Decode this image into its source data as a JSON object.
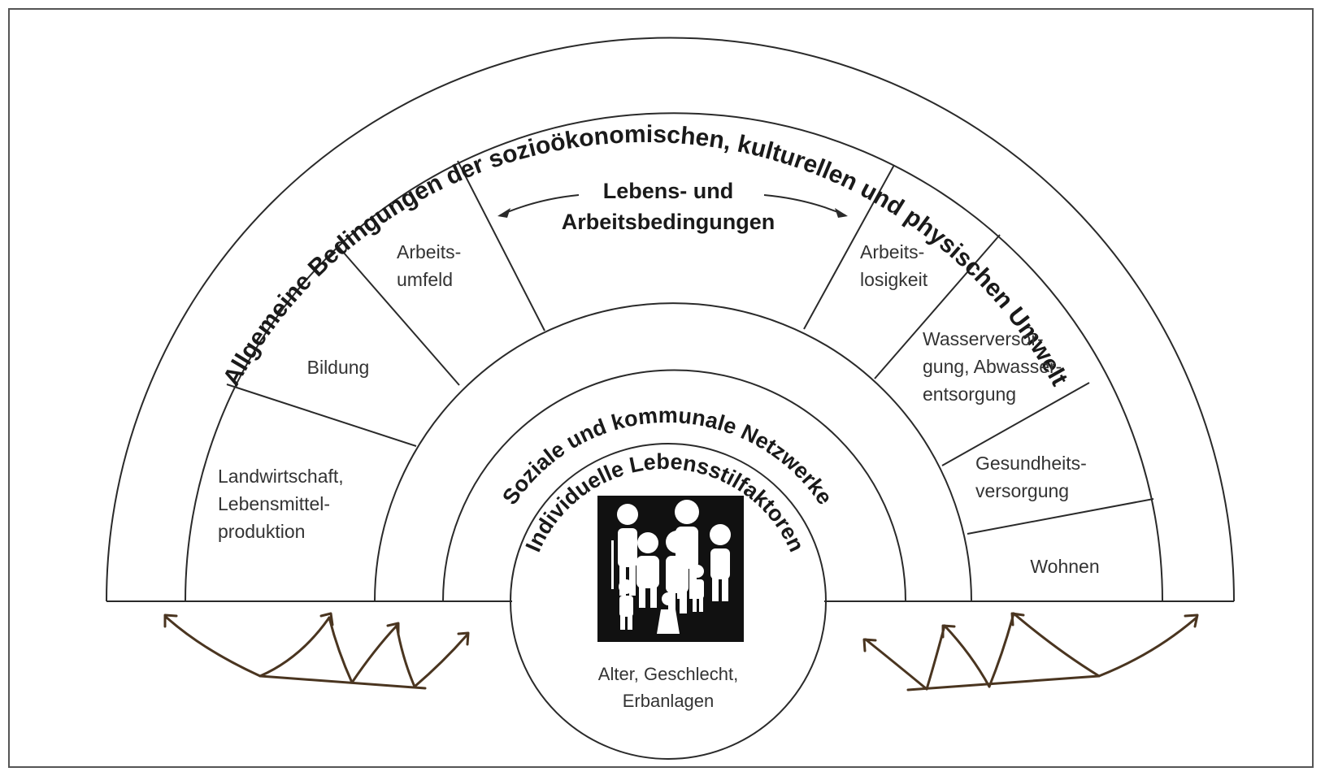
{
  "diagram": {
    "outer_ring_label": "Allgemeine Bedingungen der sozioökonomischen, kulturellen und physischen Umwelt",
    "center_sector": {
      "line1": "Lebens- und",
      "line2": "Arbeitsbedingungen"
    },
    "sectors_left": [
      {
        "lines": [
          "Landwirtschaft,",
          "Lebensmittel-",
          "produktion"
        ]
      },
      {
        "lines": [
          "Bildung"
        ]
      },
      {
        "lines": [
          "Arbeits-",
          "umfeld"
        ]
      }
    ],
    "sectors_right": [
      {
        "lines": [
          "Arbeits-",
          "losigkeit"
        ]
      },
      {
        "lines": [
          "Wasserversor-",
          "gung, Abwasser-",
          "entsorgung"
        ]
      },
      {
        "lines": [
          "Gesundheits-",
          "versorgung"
        ]
      },
      {
        "lines": [
          "Wohnen"
        ]
      }
    ],
    "network_ring_label": "Soziale und kommunale Netzwerke",
    "lifestyle_ring_label": "Individuelle Lebensstilfaktoren",
    "core": {
      "icon": "family-icon",
      "line1": "Alter, Geschlecht,",
      "line2": "Erbanlagen"
    },
    "colors": {
      "lines": "#2a2a2a",
      "arrows": "#4a3520",
      "icon_bg": "#111111"
    }
  }
}
